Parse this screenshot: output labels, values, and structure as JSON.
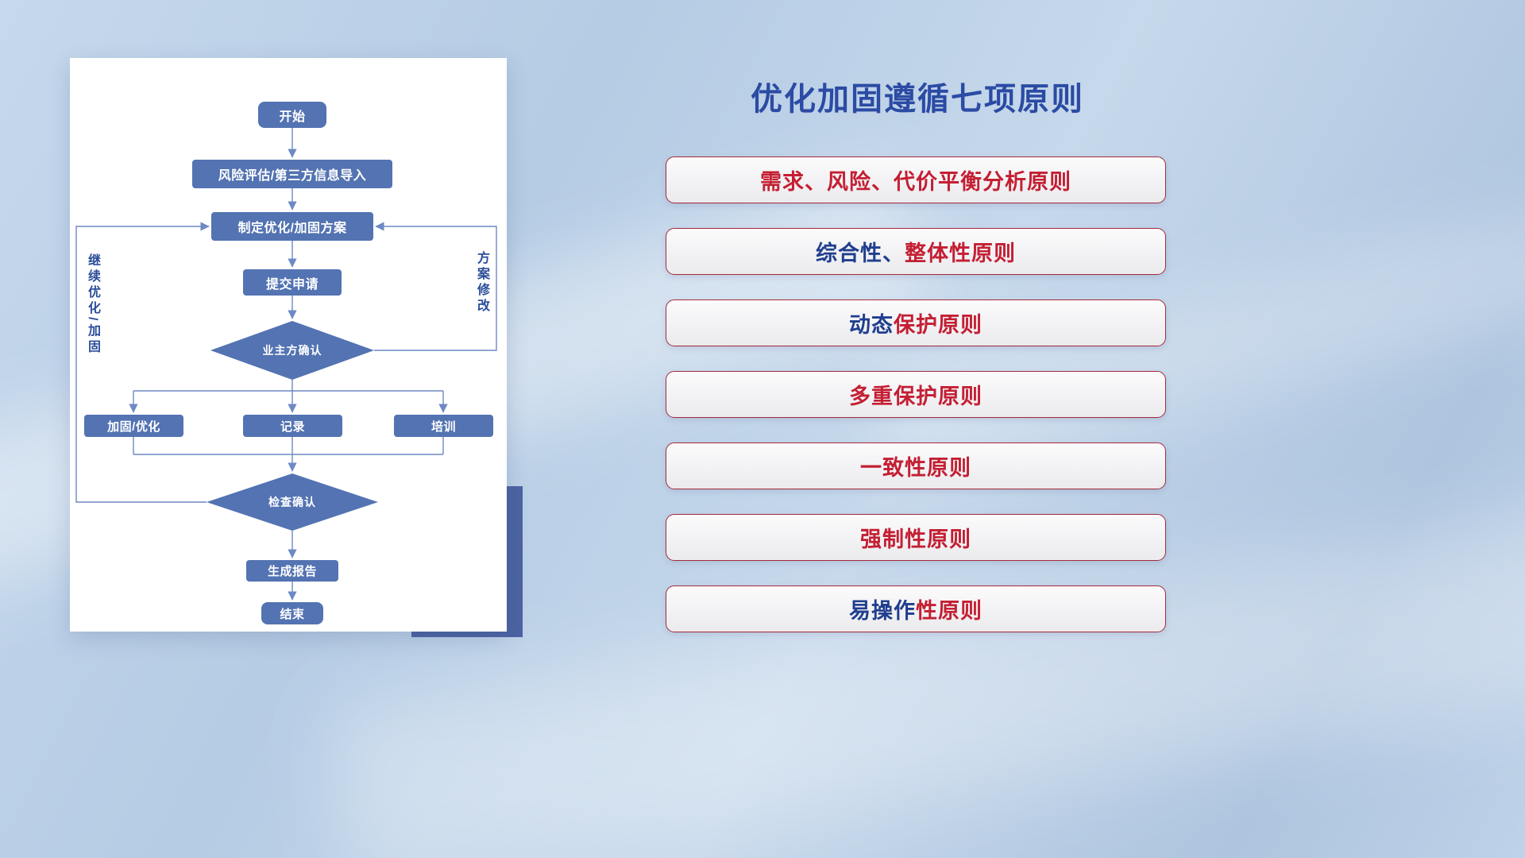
{
  "flowchart": {
    "nodes": {
      "start": "开始",
      "risk": "风险评估/第三方信息导入",
      "plan": "制定优化/加固方案",
      "submit": "提交申请",
      "owner_confirm": "业主方确认",
      "reinforce": "加固/优化",
      "record": "记录",
      "training": "培训",
      "check_confirm": "检查确认",
      "report": "生成报告",
      "end": "结束"
    },
    "loop_labels": {
      "left": "继续优化/加固",
      "right": "方案修改"
    },
    "colors": {
      "node_fill": "#5373b2",
      "line": "#6e89c4",
      "loop_label_text": "#2b4d9a",
      "card_accent": "#4c63a2"
    }
  },
  "principles": {
    "title": "优化加固遵循七项原则",
    "colors": {
      "red": "#c41f33",
      "navy": "#1f3e8e",
      "title": "#2b4ba4",
      "pill_border": "#a32a3a"
    },
    "items": [
      {
        "parts": [
          {
            "text": "需求、风险、代价平衡分析原则",
            "color": "red"
          }
        ]
      },
      {
        "parts": [
          {
            "text": "综合性、",
            "color": "navy"
          },
          {
            "text": "整体性原则",
            "color": "red"
          }
        ]
      },
      {
        "parts": [
          {
            "text": "动态",
            "color": "navy"
          },
          {
            "text": "保护原则",
            "color": "red"
          }
        ]
      },
      {
        "parts": [
          {
            "text": "多重保护原则",
            "color": "red"
          }
        ]
      },
      {
        "parts": [
          {
            "text": "一致性原则",
            "color": "red"
          }
        ]
      },
      {
        "parts": [
          {
            "text": "强制性原则",
            "color": "red"
          }
        ]
      },
      {
        "parts": [
          {
            "text": "易操作",
            "color": "navy"
          },
          {
            "text": "性原则",
            "color": "red"
          }
        ]
      }
    ]
  }
}
